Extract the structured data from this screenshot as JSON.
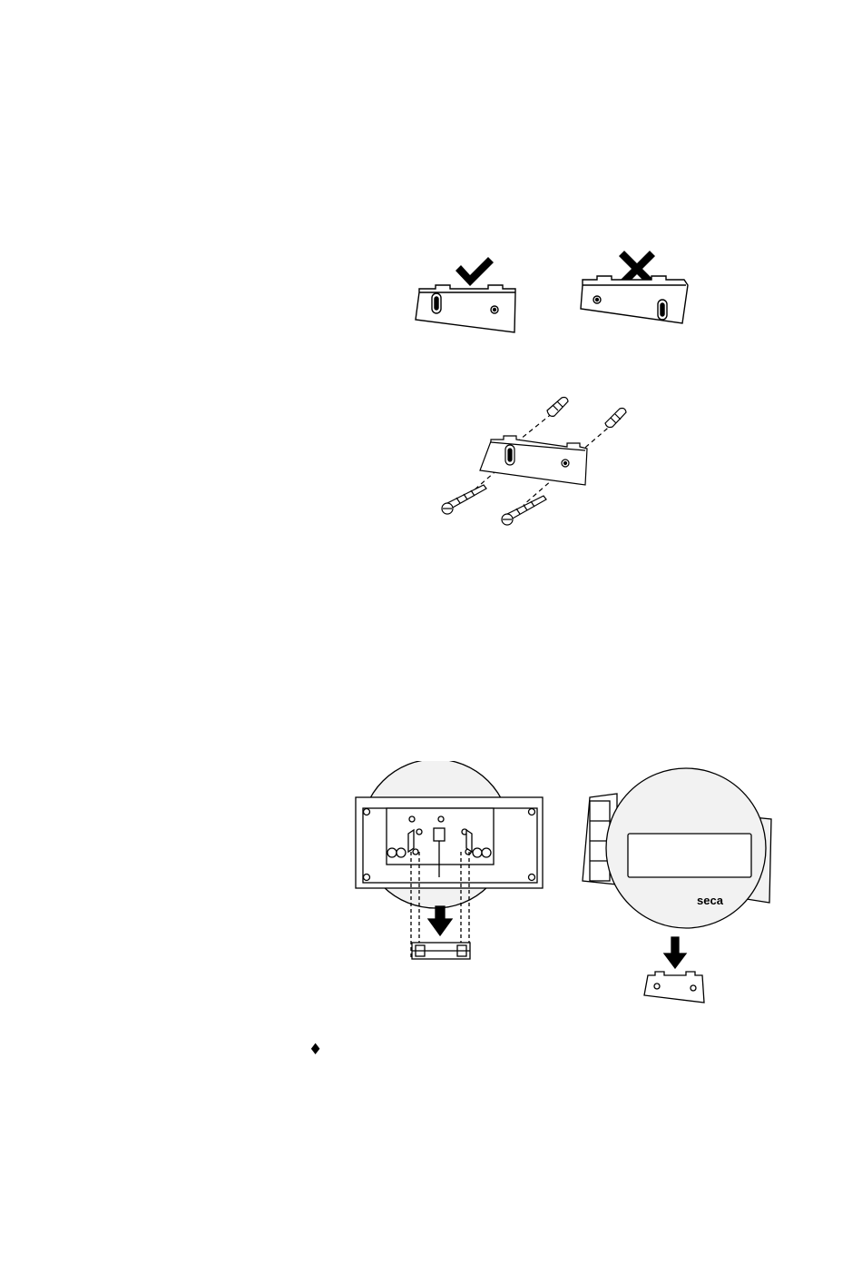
{
  "illustrations": {
    "bracket_orientation": {
      "correct_mark": "check-icon",
      "incorrect_mark": "cross-icon"
    },
    "bracket_mounting": {
      "parts": [
        "wall-bracket",
        "wall-plug",
        "screw"
      ]
    },
    "display_mounting": {
      "brand_label": "seca"
    }
  },
  "list": {
    "bullet": "♦"
  },
  "colors": {
    "ink": "#000000",
    "fill_light": "#f2f2f2",
    "fill_dark": "#1a1a1a"
  }
}
